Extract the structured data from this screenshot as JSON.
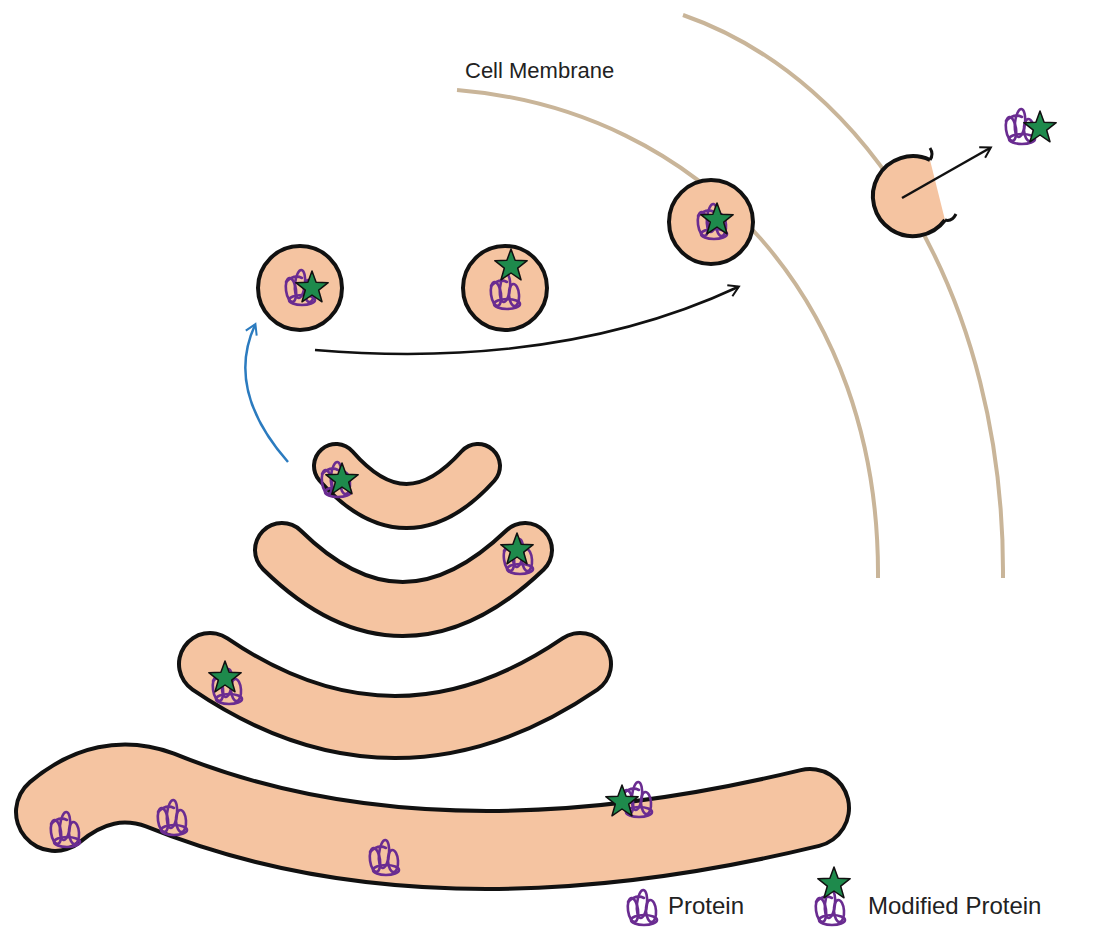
{
  "diagram": {
    "labels": [
      "Cell Membrane"
    ],
    "legend": [
      {
        "text": "Protein"
      },
      {
        "text": "Modified Protein"
      }
    ]
  }
}
